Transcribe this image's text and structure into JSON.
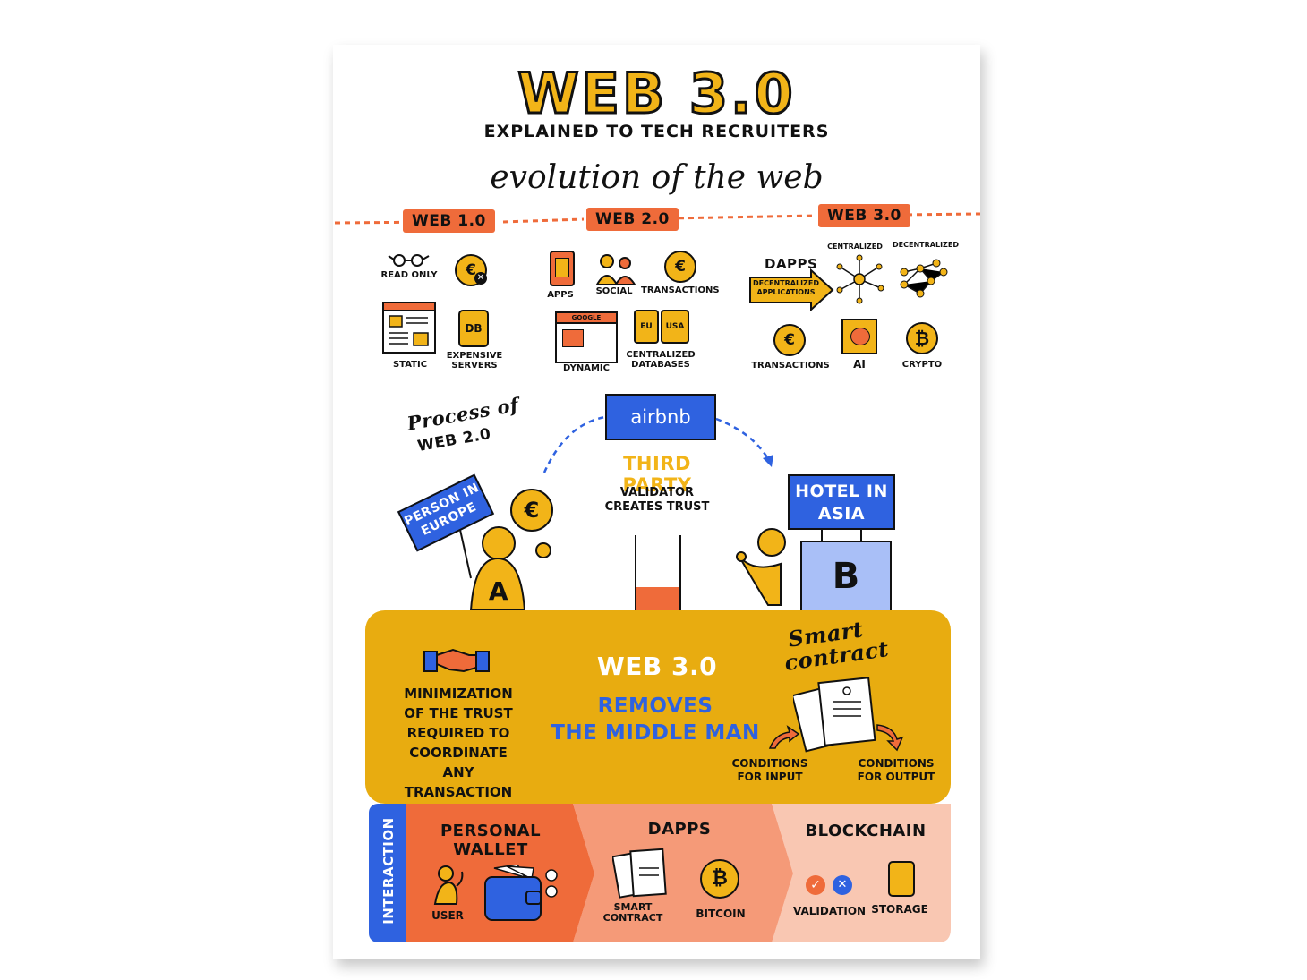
{
  "title": "WEB 3.0",
  "subtitle": "EXPLAINED TO TECH RECRUITERS",
  "evolution_heading": "evolution of the web",
  "eras": {
    "web1": {
      "tag": "WEB 1.0",
      "items": [
        {
          "label": "READ ONLY",
          "icon": "glasses-icon"
        },
        {
          "label": "",
          "icon": "euro-cross-icon"
        },
        {
          "label": "STATIC",
          "icon": "browser-icon"
        },
        {
          "label": "EXPENSIVE SERVERS",
          "icon": "database-icon",
          "icon_text": "DB"
        }
      ]
    },
    "web2": {
      "tag": "WEB 2.0",
      "items": [
        {
          "label": "APPS",
          "icon": "phone-icon"
        },
        {
          "label": "SOCIAL",
          "icon": "people-icon"
        },
        {
          "label": "TRANSACTIONS",
          "icon": "euro-check-icon"
        },
        {
          "label": "DYNAMIC",
          "icon": "browser-icon",
          "icon_text": "GOOGLE"
        },
        {
          "label": "CENTRALIZED DATABASES",
          "icon": "databases-icon",
          "icon_text_1": "EU",
          "icon_text_2": "USA"
        }
      ]
    },
    "web3": {
      "tag": "WEB 3.0",
      "dapps_label": "DAPPS",
      "dapps_arrow": "DECENTRALIZED APPLICATIONS",
      "centralized": "CENTRALIZED",
      "decentralized": "DECENTRALIZED",
      "items": [
        {
          "label": "TRANSACTIONS",
          "icon": "euro-check-icon"
        },
        {
          "label": "AI",
          "icon": "brain-chip-icon"
        },
        {
          "label": "CRYPTO",
          "icon": "bitcoin-icon"
        }
      ]
    }
  },
  "process": {
    "heading_line1": "Process of",
    "heading_line2": "WEB 2.0",
    "platform": "airbnb",
    "third_party": "THIRD PARTY",
    "validator_line1": "VALIDATOR",
    "validator_line2": "CREATES TRUST",
    "person_sign": "PERSON IN EUROPE",
    "person_letter": "A",
    "hotel_sign": "HOTEL IN ASIA",
    "hotel_letter": "B",
    "coin_symbol": "€",
    "trust_level": 0.4
  },
  "web3_band": {
    "heading": "WEB 3.0",
    "removes_line1": "REMOVES",
    "removes_line2": "THE MIDDLE MAN",
    "minimization": [
      "MINIMIZATION",
      "OF THE TRUST",
      "REQUIRED TO",
      "COORDINATE",
      "ANY TRANSACTION"
    ],
    "smart_contract_line1": "Smart",
    "smart_contract_line2": "contract",
    "conditions_input": "CONDITIONS FOR INPUT",
    "conditions_output": "CONDITIONS FOR OUTPUT"
  },
  "bottom": {
    "interaction": "INTERACTION",
    "wallet_heading": "PERSONAL WALLET",
    "user": "USER",
    "dapps_heading": "DAPPS",
    "smart_contract": "SMART CONTRACT",
    "bitcoin": "BITCOIN",
    "blockchain_heading": "BLOCKCHAIN",
    "validation": "VALIDATION",
    "storage": "STORAGE"
  },
  "colors": {
    "yellow": "#f2b418",
    "band": "#e8ac10",
    "orange": "#ef6b3a",
    "blue": "#2f62e0",
    "salmon": "#f59a78",
    "peach": "#f9c7b2"
  }
}
